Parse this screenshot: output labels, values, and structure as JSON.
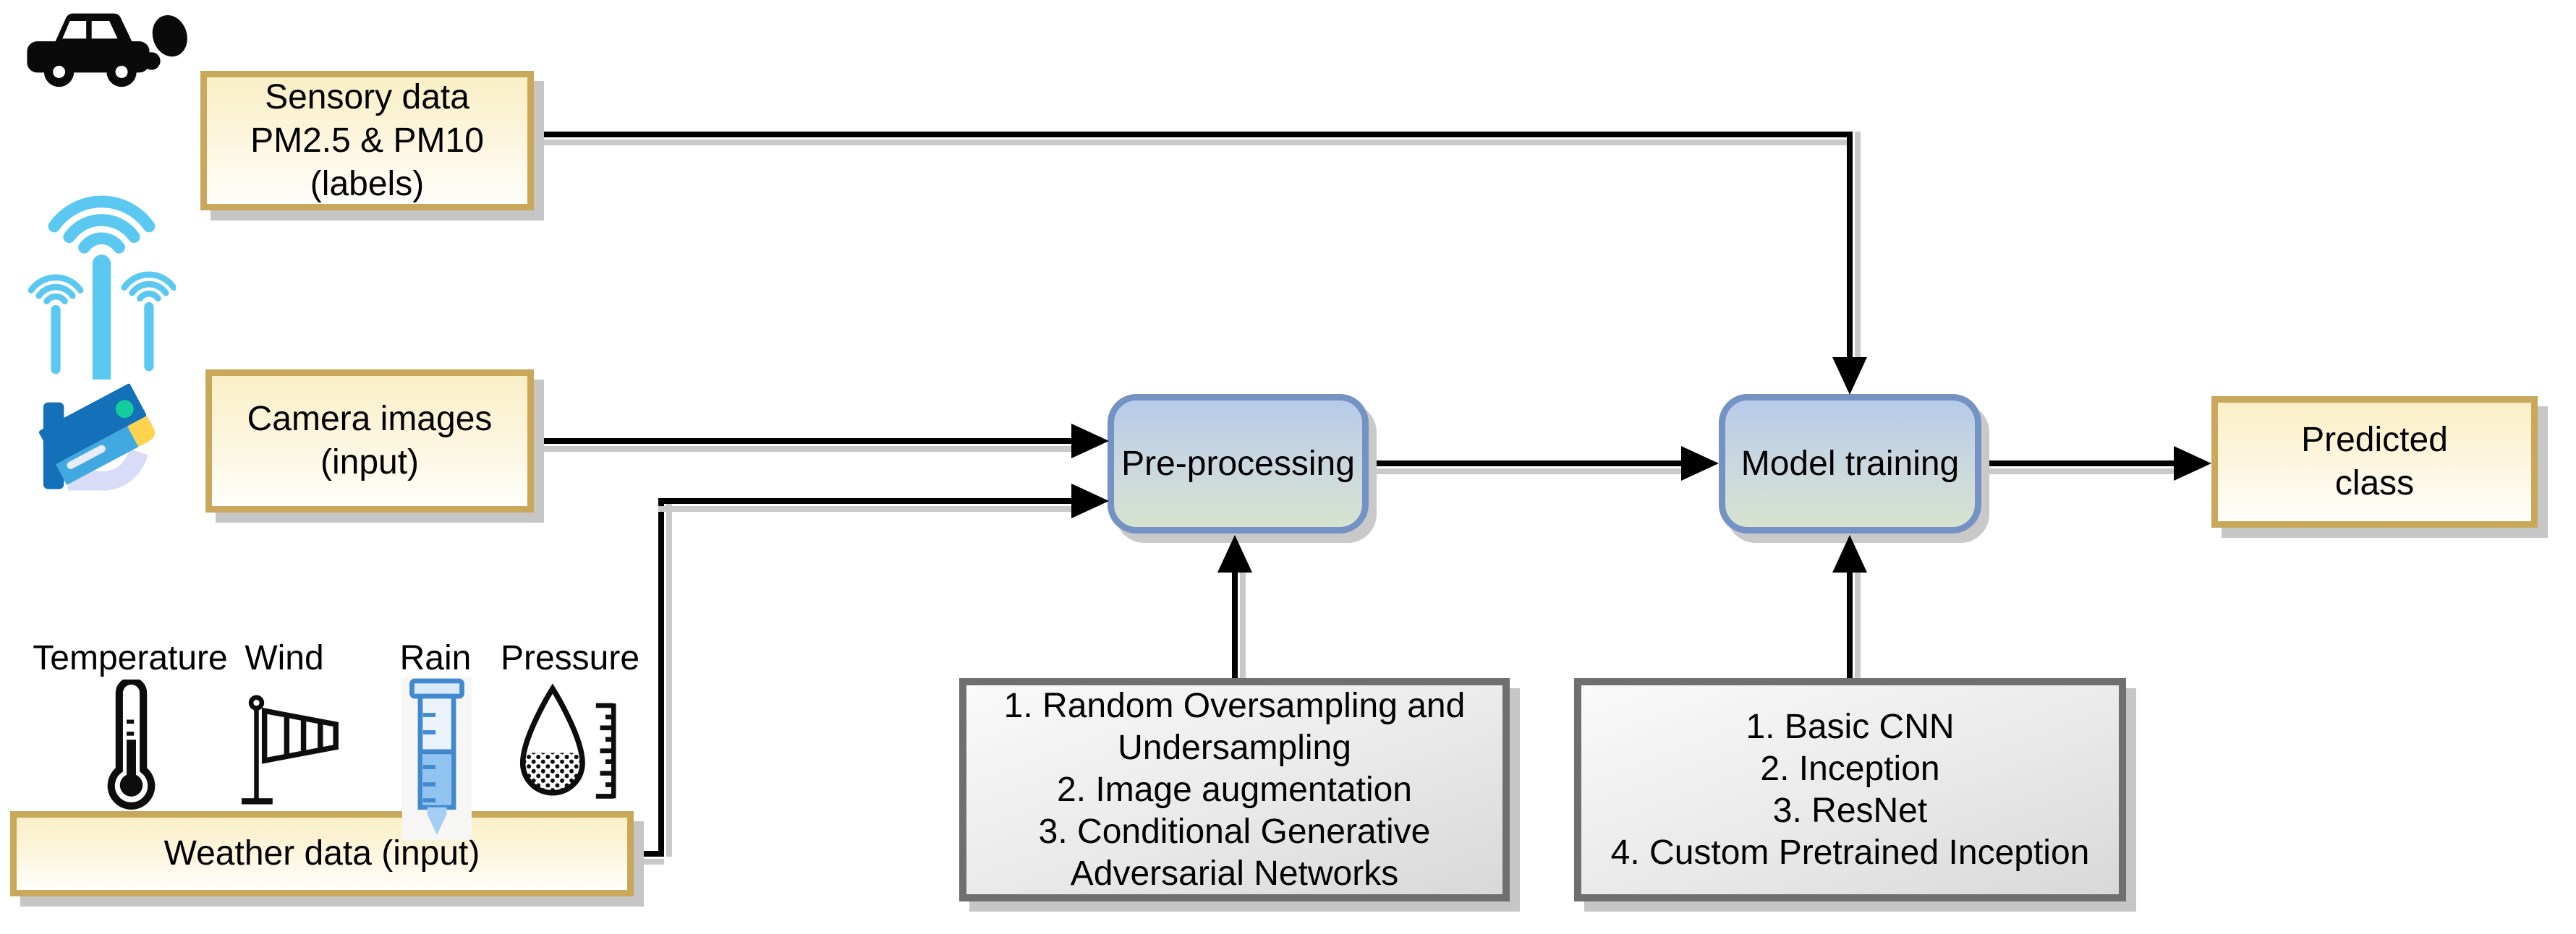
{
  "diagram": {
    "nodes": {
      "sensory": {
        "lines": [
          "Sensory data",
          "PM2.5 & PM10",
          "(labels)"
        ]
      },
      "camera": {
        "lines": [
          "Camera images",
          "(input)"
        ]
      },
      "weather": {
        "label": "Weather data (input)"
      },
      "preprocessing": {
        "label": "Pre-processing"
      },
      "model_training": {
        "label": "Model training"
      },
      "predicted": {
        "lines": [
          "Predicted",
          "class"
        ]
      },
      "preprocessing_methods": {
        "lines": [
          "1. Random Oversampling and",
          "Undersampling",
          "2. Image augmentation",
          "3. Conditional Generative",
          "Adversarial Networks"
        ]
      },
      "models": {
        "lines": [
          "1. Basic CNN",
          "2. Inception",
          "3. ResNet",
          "4. Custom Pretrained Inception"
        ]
      }
    },
    "weather_parameters": [
      "Temperature",
      "Wind",
      "Rain",
      "Pressure"
    ],
    "icons": {
      "car_exhaust": "car-with-exhaust-smoke-icon",
      "sensors": "wireless-sensor-antennas-icon",
      "camera": "cctv-camera-icon",
      "thermometer": "thermometer-icon",
      "windsock": "windsock-icon",
      "rain_gauge": "rain-gauge-icon",
      "pressure_drop": "droplet-with-scale-icon"
    },
    "colors": {
      "io_box_border": "#C9A85C",
      "io_box_fill_top": "#FAEFC6",
      "process_box_border": "#7492C3",
      "process_box_fill_top": "#B7CBE9",
      "process_box_fill_bottom": "#D6E3CF",
      "list_box_border": "#6F6F6F",
      "list_box_fill": "#E9E9E9",
      "connector": "#000000",
      "shadow": "#C6C6C6",
      "sensor_blue": "#5BC8F2",
      "camera_dark_blue": "#1470B8",
      "camera_light_blue": "#41A9E0",
      "camera_teal": "#14CD9E",
      "camera_yellow": "#FFD34E",
      "rain_gauge_blue": "#4189CE",
      "rain_water_blue": "#92C4F1"
    }
  }
}
